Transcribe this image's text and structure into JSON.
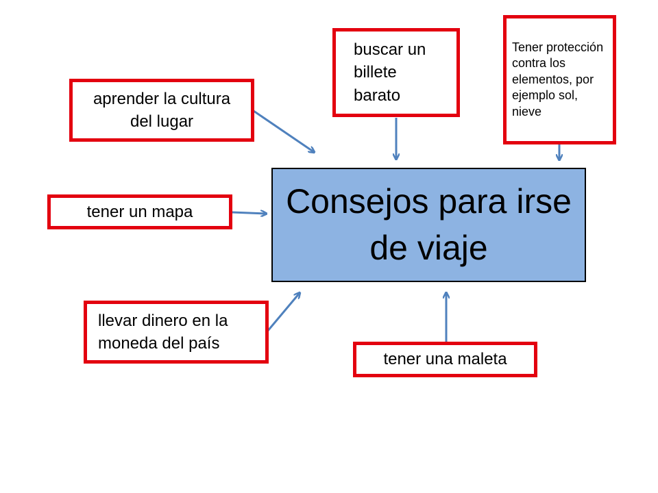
{
  "central_topic": {
    "title": "Consejos para irse de viaje",
    "fill_color": "#8db3e2"
  },
  "advice_boxes": {
    "aprender": "aprender la cultura del lugar",
    "buscar": "buscar un billete barato",
    "proteccion": "Tener protección contra los elementos, por ejemplo sol, nieve",
    "mapa": "tener un mapa",
    "dinero": "llevar dinero en la moneda del país",
    "maleta": "tener una maleta"
  },
  "colors": {
    "box_border": "#e3000f",
    "arrow": "#4f81bd"
  }
}
